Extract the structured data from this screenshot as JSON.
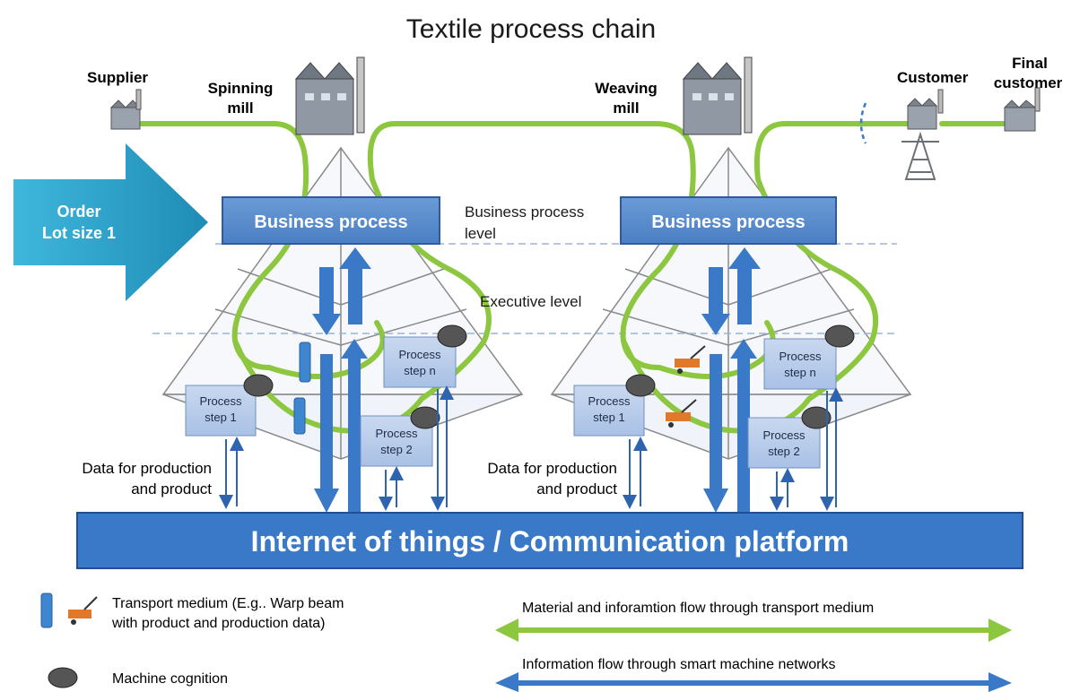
{
  "title": "Textile process chain",
  "nodes": {
    "supplier": "Supplier",
    "spinning_mill": [
      "Spinning",
      "mill"
    ],
    "weaving_mill": [
      "Weaving",
      "mill"
    ],
    "customer": "Customer",
    "final_customer": [
      "Final",
      "customer"
    ]
  },
  "order_arrow": [
    "Order",
    "Lot size 1"
  ],
  "levels": {
    "business": [
      "Business process",
      "level"
    ],
    "executive": "Executive level"
  },
  "business_process_label": "Business process",
  "process_steps": {
    "step1": [
      "Process",
      "step 1"
    ],
    "step2": [
      "Process",
      "step 2"
    ],
    "stepn": [
      "Process",
      "step n"
    ]
  },
  "data_label": [
    "Data for production",
    "and product"
  ],
  "platform_label": "Internet of things / Communication  platform",
  "legend": {
    "transport": [
      "Transport medium (E.g.. Warp beam",
      "with product and production data)"
    ],
    "cognition": "Machine cognition",
    "material_flow": "Material and inforamtion flow through transport medium",
    "info_flow": "Information flow through smart machine networks"
  },
  "colors": {
    "green_flow": "#8dc63f",
    "blue_box": "#5a8fd0",
    "dark_blue": "#2e63b0",
    "platform": "#3a78c8",
    "order_arrow": "#2aa3c8"
  }
}
